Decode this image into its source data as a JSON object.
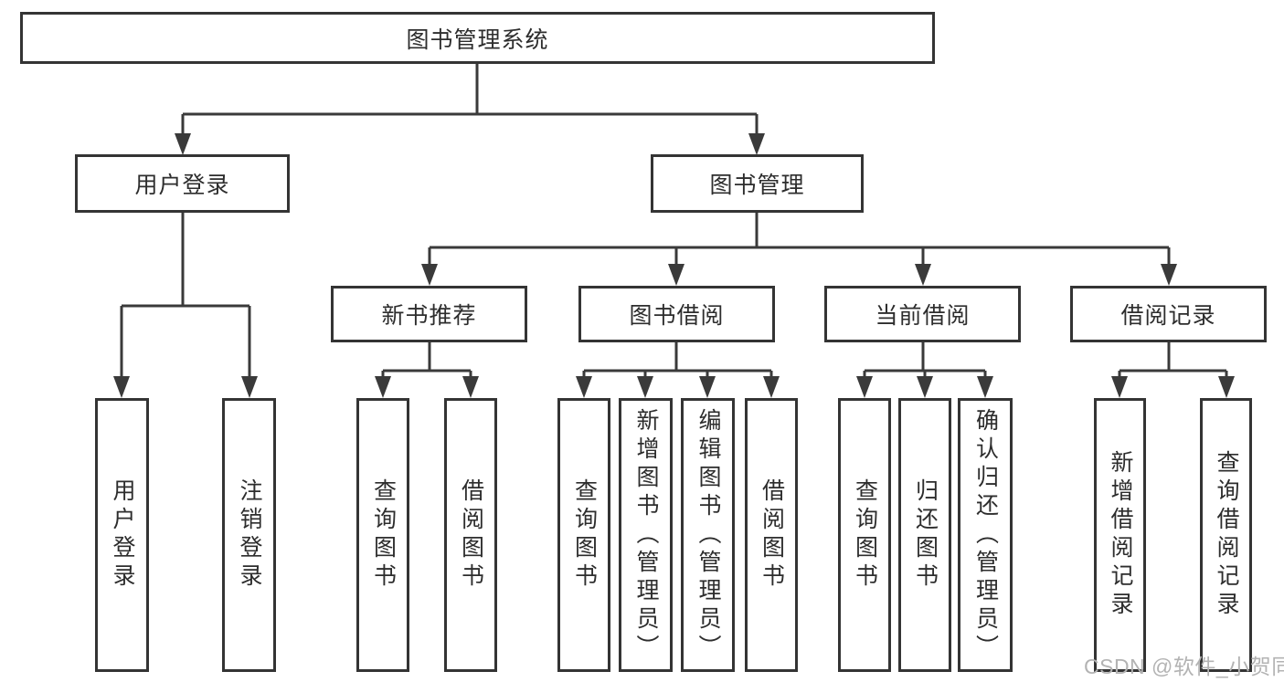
{
  "tree": {
    "root": {
      "label": "图书管理系统",
      "children": [
        {
          "label": "用户登录",
          "children": [
            {
              "label": "用户登录"
            },
            {
              "label": "注销登录"
            }
          ]
        },
        {
          "label": "图书管理",
          "children": [
            {
              "label": "新书推荐",
              "children": [
                {
                  "label": "查询图书"
                },
                {
                  "label": "借阅图书"
                }
              ]
            },
            {
              "label": "图书借阅",
              "children": [
                {
                  "label": "查询图书"
                },
                {
                  "label": "新增图书（管理员）"
                },
                {
                  "label": "编辑图书（管理员）"
                },
                {
                  "label": "借阅图书"
                }
              ]
            },
            {
              "label": "当前借阅",
              "children": [
                {
                  "label": "查询图书"
                },
                {
                  "label": "归还图书"
                },
                {
                  "label": "确认归还（管理员）"
                }
              ]
            },
            {
              "label": "借阅记录",
              "children": [
                {
                  "label": "新增借阅记录"
                },
                {
                  "label": "查询借阅记录"
                }
              ]
            }
          ]
        }
      ]
    }
  },
  "watermark": {
    "text": "CSDN @软件_小贺同学"
  },
  "colors": {
    "line": "#3a3a3a",
    "border": "#343434",
    "text": "#2d2d2d",
    "watermark": "#b3b3b3",
    "background": "#ffffff"
  }
}
